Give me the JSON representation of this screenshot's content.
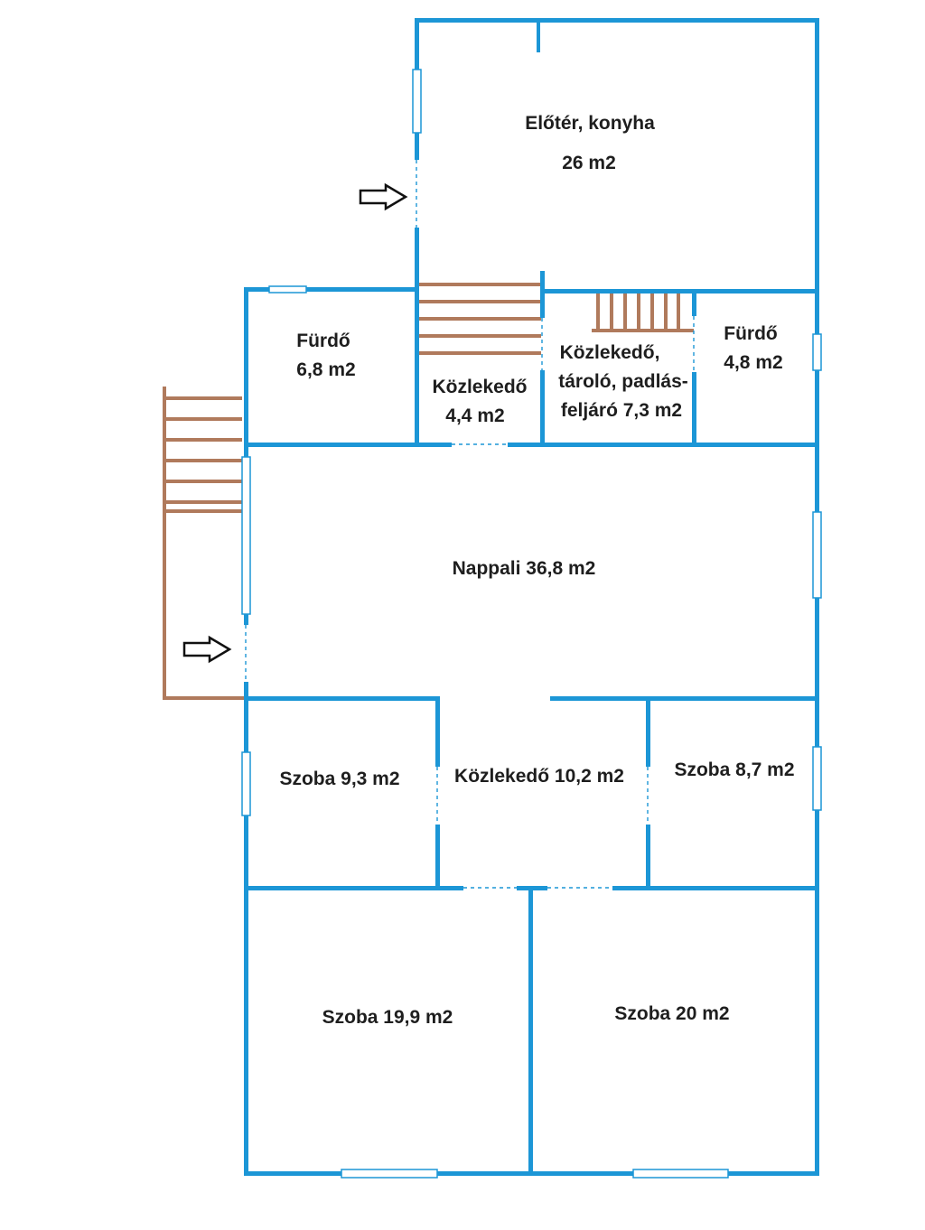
{
  "colors": {
    "wall": "#1c96d6",
    "stair": "#b07a5c",
    "text": "#1e1e1e",
    "background": "#ffffff"
  },
  "icons": {
    "entrance_arrow": "right-arrow-icon"
  },
  "rooms": {
    "eloter": {
      "line1": "Előtér, konyha",
      "line2": "26 m2"
    },
    "furdo1": {
      "line1": "Fürdő",
      "line2": "6,8 m2"
    },
    "kozlekedo1": {
      "line1": "Közlekedő",
      "line2": "4,4 m2"
    },
    "kozlekedo2": {
      "line1": "Közlekedő,",
      "line2": "tároló, padlás-",
      "line3": "feljáró 7,3 m2"
    },
    "furdo2": {
      "line1": "Fürdő",
      "line2": "4,8 m2"
    },
    "nappali": {
      "line1": "Nappali 36,8 m2"
    },
    "szoba1": {
      "line1": "Szoba 9,3 m2"
    },
    "kozlekedo3": {
      "line1": "Közlekedő 10,2 m2"
    },
    "szoba2": {
      "line1": "Szoba 8,7 m2"
    },
    "szoba3": {
      "line1": "Szoba 19,9 m2"
    },
    "szoba4": {
      "line1": "Szoba 20 m2"
    }
  }
}
